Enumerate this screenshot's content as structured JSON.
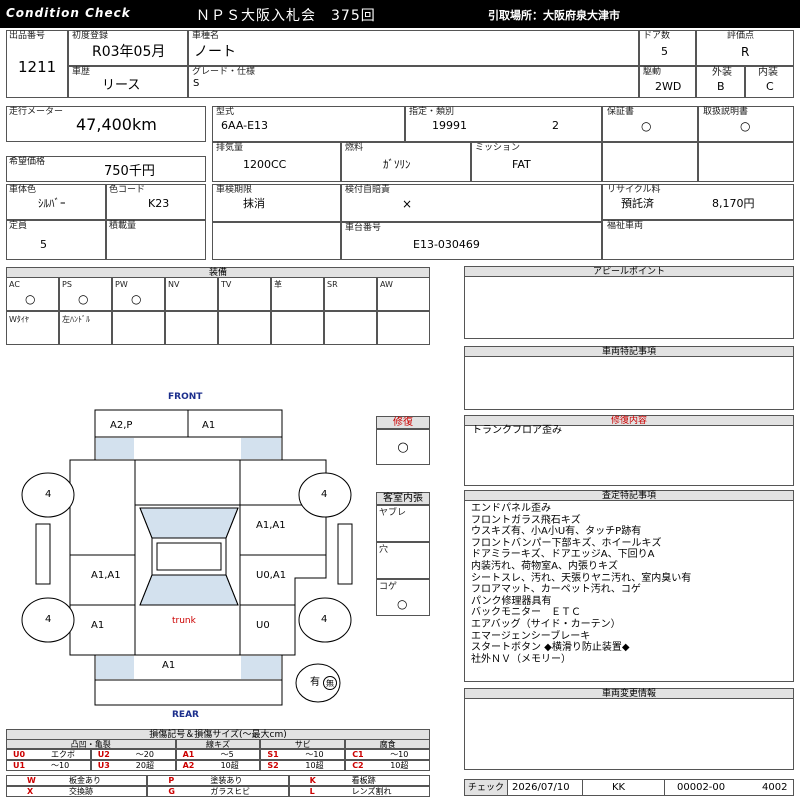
{
  "header": {
    "title_left": "Condition Check",
    "auction": "ＮＰＳ大阪入札会　375回",
    "pickup_label": "引取場所：",
    "pickup_value": "大阪府泉大津市"
  },
  "vehicle": {
    "lot_no_label": "出品番号",
    "lot_no": "1211",
    "first_reg_label": "初度登録",
    "first_reg": "R03年05月",
    "model_name_label": "車種名",
    "model_name": "ノート",
    "doors_label": "ドア数",
    "doors": "5",
    "rating_label": "評価点",
    "rating": "R",
    "history_label": "車歴",
    "history": "リース",
    "grade_label": "グレード・仕様",
    "grade": "S",
    "drive_label": "駆動",
    "drive": "2WD",
    "exterior_label": "外装",
    "exterior": "B",
    "interior_label": "内装",
    "interior": "C",
    "mileage_label": "走行メーター",
    "mileage": "47,400km",
    "model_code_label": "型式",
    "model_code": "6AA-E13",
    "spec_label": "指定・類別",
    "spec_no": "19991",
    "class_no": "2",
    "warranty_label": "保証書",
    "warranty": "○",
    "manual_label": "取扱説明書",
    "manual": "○",
    "displacement_label": "排気量",
    "displacement": "1200CC",
    "fuel_label": "燃料",
    "fuel": "ｶﾞｿﾘﾝ",
    "transmission_label": "ミッション",
    "transmission": "FAT",
    "price_label": "希望価格",
    "price": "750千円",
    "color_label": "車体色",
    "color": "ｼﾙﾊﾞｰ",
    "color_code_label": "色コード",
    "color_code": "K23",
    "inspection_label": "車検期限",
    "inspection": "抹消",
    "insurance_label": "検付自賠責",
    "insurance": "×",
    "recycle_label": "リサイクル料",
    "recycle_status": "預託済",
    "recycle_amount": "8,170円",
    "capacity_label": "定員",
    "capacity": "5",
    "load_label": "積載量",
    "chassis_label": "車台番号",
    "chassis": "E13-030469",
    "welfare_label": "福祉車両"
  },
  "equipment": {
    "title": "装備",
    "row1": [
      {
        "code": "AC",
        "mark": "○"
      },
      {
        "code": "PS",
        "mark": "○"
      },
      {
        "code": "PW",
        "mark": "○"
      },
      {
        "code": "NV",
        "mark": ""
      },
      {
        "code": "TV",
        "mark": ""
      },
      {
        "code": "革",
        "mark": ""
      },
      {
        "code": "SR",
        "mark": ""
      },
      {
        "code": "AW",
        "mark": ""
      }
    ],
    "row2": [
      "Wﾀｲﾔ",
      "左ﾊﾝﾄﾞﾙ",
      "",
      "",
      "",
      "",
      "",
      ""
    ]
  },
  "diagram": {
    "front": "FRONT",
    "rear": "REAR",
    "trunk": "trunk",
    "front_left": "A2,P",
    "front_right": "A1",
    "right_front": "A1,A1",
    "left_mid": "A1,A1",
    "right_mid": "U0,A1",
    "left_rear": "A1",
    "right_rear": "U0",
    "rear_center": "A1",
    "wheel_fl": "4",
    "wheel_fr": "4",
    "wheel_rl": "4",
    "wheel_rr": "4",
    "spare": "有",
    "spare_mark": "無"
  },
  "repair": {
    "title": "修復",
    "mark": "○"
  },
  "cabin": {
    "title": "客室内張",
    "items": [
      {
        "label": "ヤブレ",
        "mark": ""
      },
      {
        "label": "穴",
        "mark": ""
      },
      {
        "label": "コゲ",
        "mark": "○"
      }
    ]
  },
  "appeal": {
    "title": "アピールポイント"
  },
  "special": {
    "title": "車両特記事項"
  },
  "repair_detail": {
    "title": "修復内容",
    "text": "トランクフロア歪み"
  },
  "inspection_notes": {
    "title": "査定特記事項",
    "lines": [
      "エンドパネル歪み",
      "フロントガラス飛石キズ",
      "ウスキズ有、小A小U有、タッチP跡有",
      "フロントバンパー下部キズ、ホイールキズ",
      "ドアミラーキズ、ドアエッジA、下回りA",
      "内装汚れ、荷物室A、内張りキズ",
      "シートスレ、汚れ、天張りヤニ汚れ、室内臭い有",
      "フロアマット、カーペット汚れ、コゲ",
      "パンク修理器具有",
      "バックモニター　ＥＴＣ",
      "エアバッグ（サイド・カーテン）",
      "エマージェンシーブレーキ",
      "スタートボタン ◆横滑り防止装置◆",
      "社外ＮＶ（メモリー）"
    ]
  },
  "change_info": {
    "title": "車両変更情報"
  },
  "legend": {
    "title": "損傷記号＆損傷サイズ(〜最大cm)",
    "groups": [
      "凸凹・亀裂",
      "線キズ",
      "サビ",
      "腐食"
    ],
    "rows": [
      [
        {
          "c": "U0",
          "v": "エクボ"
        },
        {
          "c": "U2",
          "v": "〜20"
        },
        {
          "c": "A1",
          "v": "〜5"
        },
        {
          "c": "S1",
          "v": "〜10"
        },
        {
          "c": "C1",
          "v": "〜10"
        }
      ],
      [
        {
          "c": "U1",
          "v": "〜10"
        },
        {
          "c": "U3",
          "v": "20超"
        },
        {
          "c": "A2",
          "v": "10超"
        },
        {
          "c": "S2",
          "v": "10超"
        },
        {
          "c": "C2",
          "v": "10超"
        }
      ]
    ],
    "marks": [
      [
        {
          "c": "W",
          "v": "板金あり"
        },
        {
          "c": "P",
          "v": "塗装あり"
        },
        {
          "c": "K",
          "v": "看板跡"
        }
      ],
      [
        {
          "c": "X",
          "v": "交換跡"
        },
        {
          "c": "G",
          "v": "ガラスヒビ"
        },
        {
          "c": "L",
          "v": "レンズ割れ"
        }
      ]
    ]
  },
  "check": {
    "label": "チェック",
    "date": "2026/07/10",
    "staff": "KK",
    "number": "00002-00",
    "code": "4002"
  }
}
